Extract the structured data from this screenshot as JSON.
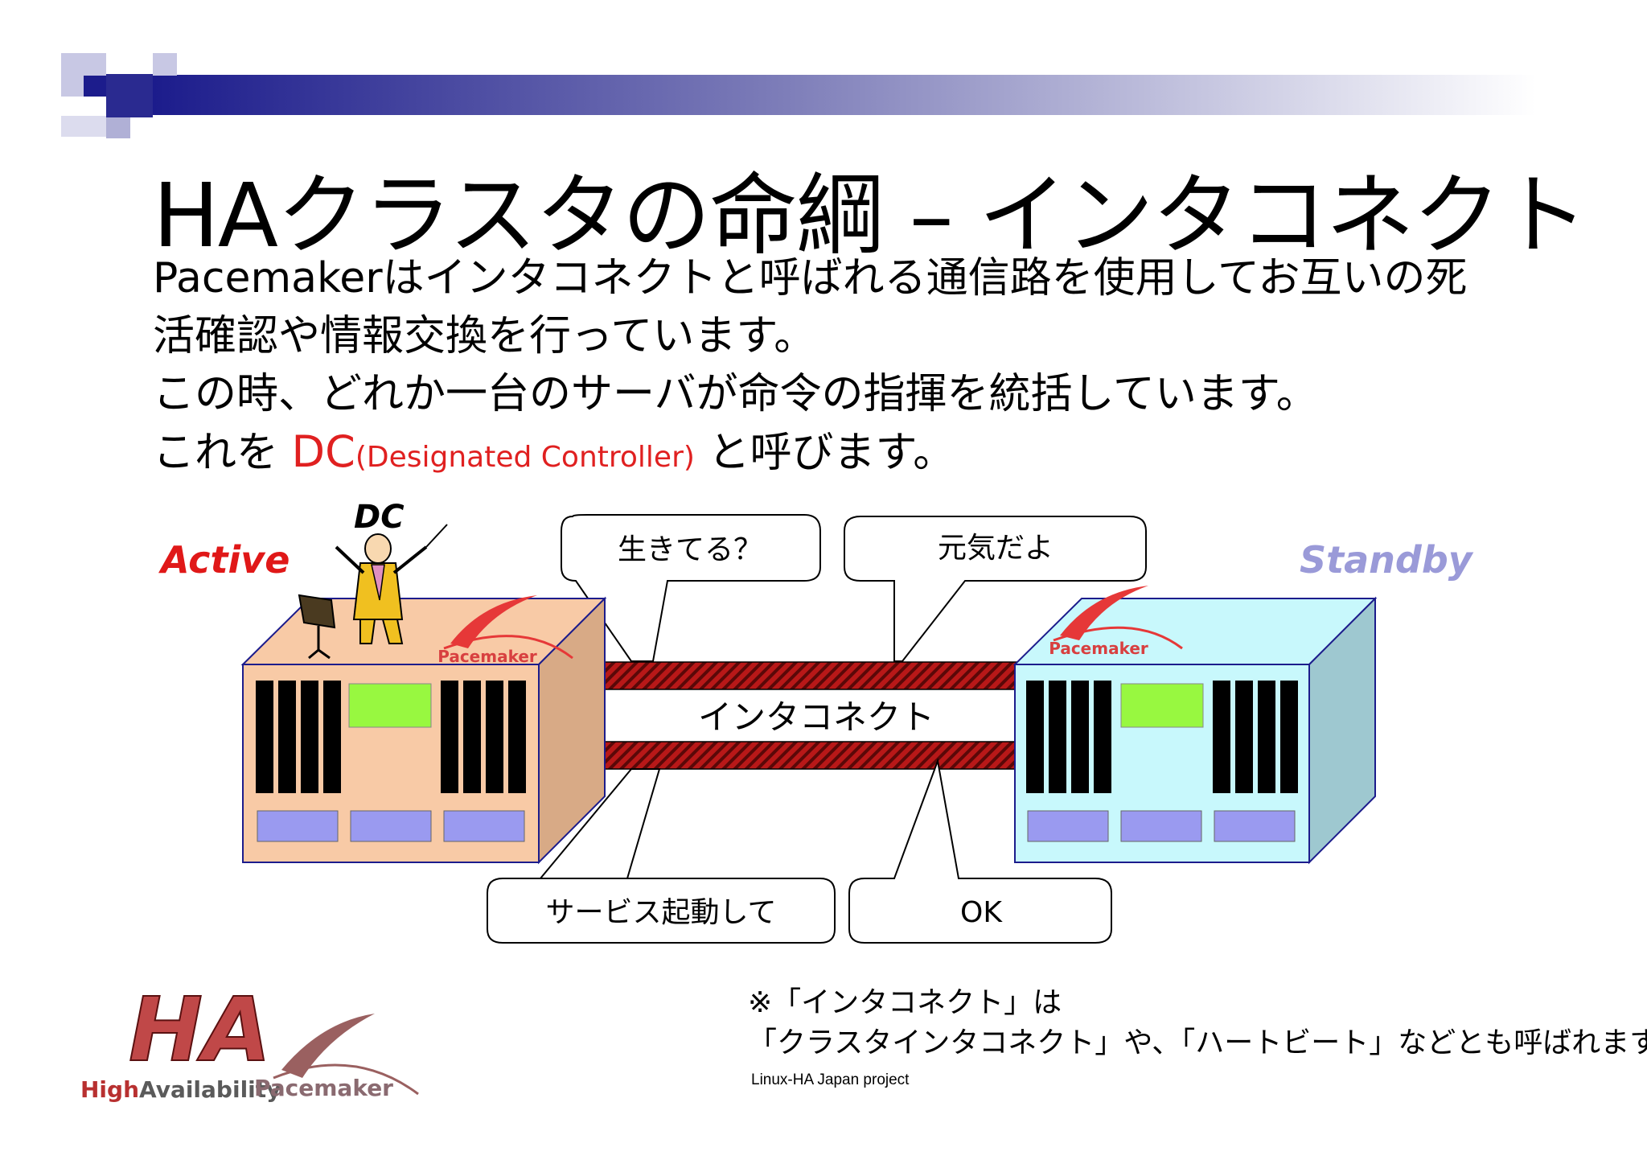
{
  "title": "HAクラスタの命綱 – インタコネクト",
  "body": {
    "line1": "Pacemakerはインタコネクトと呼ばれる通信路を使用してお互いの死",
    "line2": "活確認や情報交換を行っています。",
    "line3": "この時、どれか一台のサーバが命令の指揮を統括しています。",
    "line4_prefix": "これを ",
    "line4_dc": "DC",
    "line4_dc_full": "(Designated Controller)",
    "line4_suffix": " と呼びます。"
  },
  "diagram": {
    "dc_label": "DC",
    "active_label": "Active",
    "standby_label": "Standby",
    "interconnect_label": "インタコネクト",
    "bubble_alive": "生きてる？",
    "bubble_fine": "元気だよ",
    "bubble_start_service": "サービス起動して",
    "bubble_ok": "OK",
    "server_logo_text": "Pacemaker",
    "active_color": "#e01818",
    "standby_color": "#9a9ad8"
  },
  "note": {
    "line1": "※「インタコネクト」は",
    "line2": "「クラスタインタコネクト」や、「ハートビート」などとも呼ばれます"
  },
  "credit": "Linux-HA Japan project",
  "logos": {
    "ha_letters": "HA",
    "ha_text_high": "High",
    "ha_text_availability": "Availability",
    "pacemaker_text": "Pacemaker"
  }
}
